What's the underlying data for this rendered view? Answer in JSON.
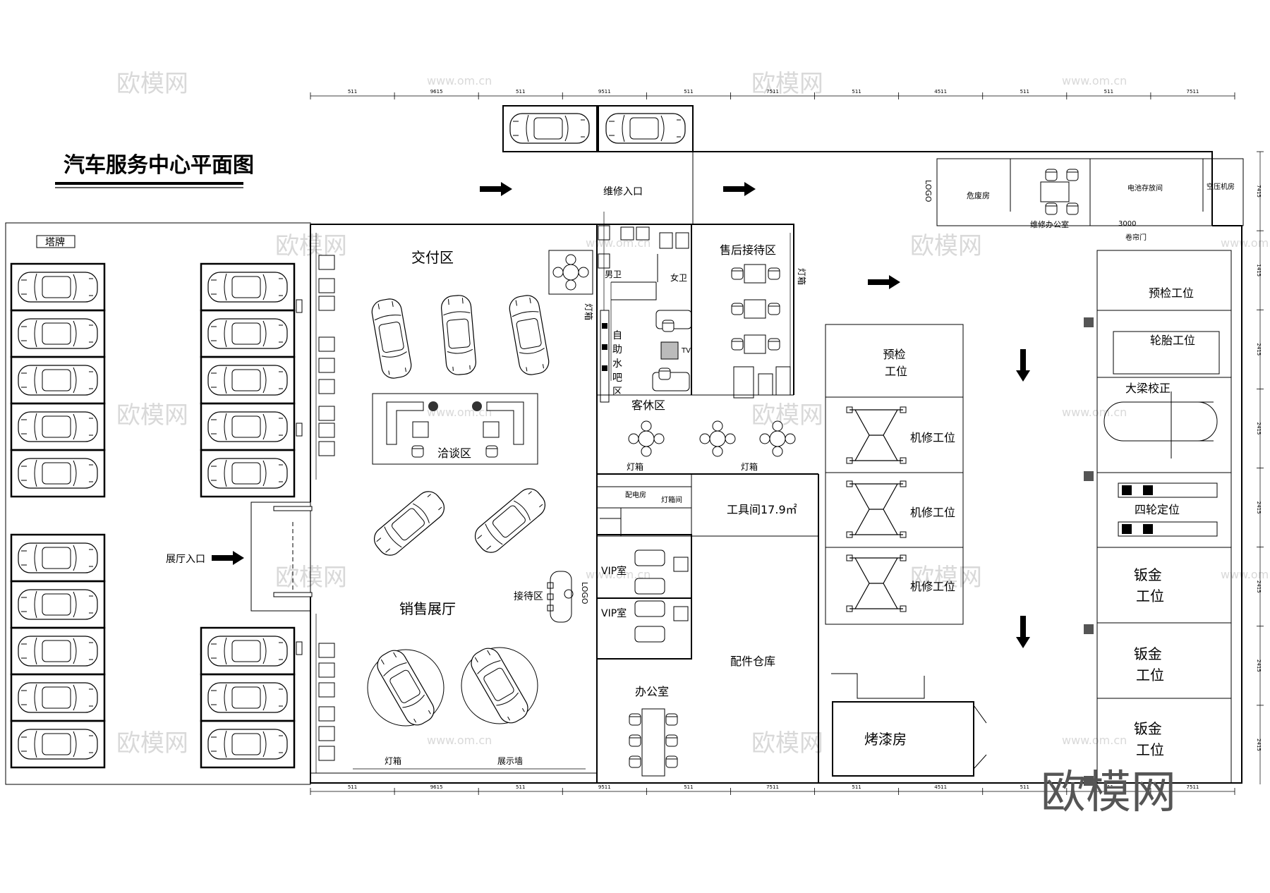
{
  "title": "汽车服务中心平面图",
  "watermark_brand": "欧模网",
  "watermark_small": "欧模网",
  "watermark_url": "www.om.cn",
  "labels": {
    "pylon": "塔牌",
    "showroom_entrance": "展厅入口",
    "service_entrance": "维修入口",
    "delivery_area": "交付区",
    "negotiation_area": "洽谈区",
    "sales_hall": "销售展厅",
    "reception_desk": "接待区",
    "light_box": "灯箱",
    "display_wall": "展示墙",
    "mens_wc": "男卫",
    "womens_wc": "女卫",
    "self_bar": "自助水吧区",
    "tv": "TV",
    "aftersales_reception": "售后接待区",
    "lounge": "客休区",
    "power_room": "配电房",
    "lightbox_room": "灯箱间",
    "vip_room": "VIP室",
    "office": "办公室",
    "tool_room": "工具间17.9㎡",
    "parts_warehouse": "配件仓库",
    "paint_booth": "烤漆房",
    "pre_inspection": "预检工位",
    "repair_bay": "机修工位",
    "tire_bay": "轮胎工位",
    "frame_bay": "大梁校正",
    "alignment_bay": "四轮定位",
    "sheet_metal_bay": "钣金工位",
    "hazmat_room": "危废房",
    "repair_office": "维修办公室",
    "battery_room": "电池存放间",
    "compressor_room": "空压机房",
    "rolling_door": "卷帘门",
    "logo": "LOGO",
    "door_dim": "3000",
    "wall_lightbox": "灯箱"
  },
  "dimensions": {
    "top": [
      "511",
      "9615",
      "511",
      "9511",
      "511",
      "7511",
      "511",
      "4511",
      "511",
      "511",
      "7511"
    ],
    "bottom": [
      "511",
      "9615",
      "511",
      "9511",
      "511",
      "7511",
      "511",
      "4511",
      "511",
      "511",
      "7511"
    ],
    "right": [
      "7415",
      "1415",
      "2415",
      "2415",
      "2415",
      "2415",
      "2415",
      "2415"
    ]
  }
}
